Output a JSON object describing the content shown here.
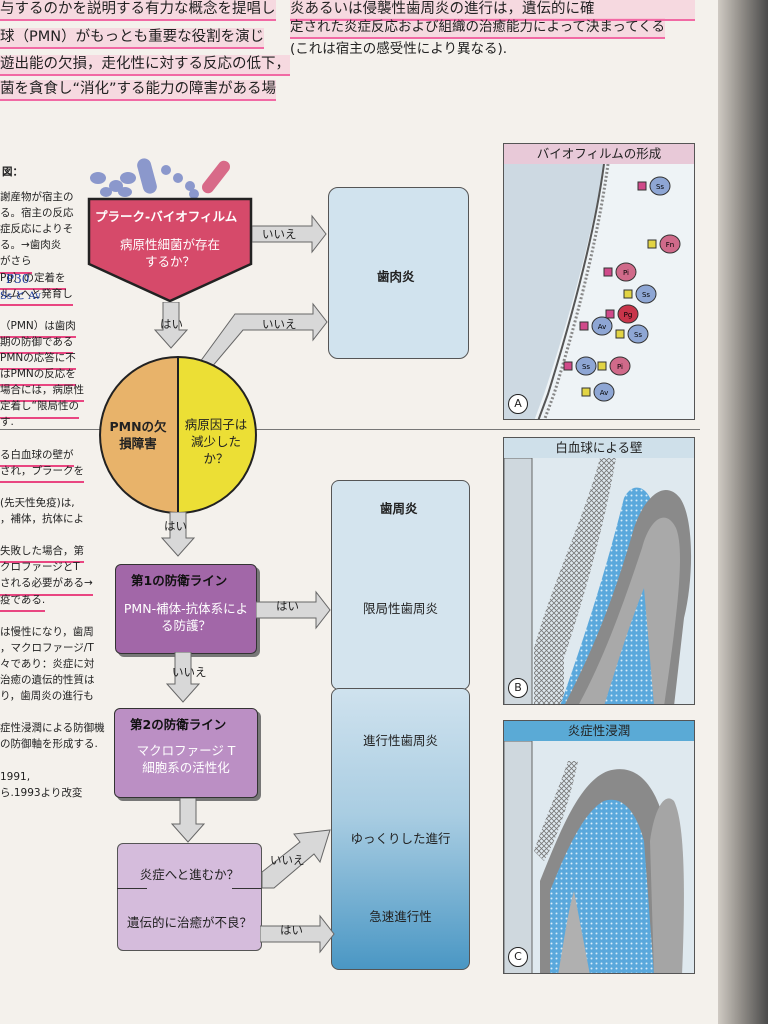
{
  "top_left_lines": [
    "与するのかを説明する有力な概念を提唱し",
    "球（PMN）がもっとも重要な役割を演じ",
    "遊出能の欠損，走化性に対する反応の低下，",
    "菌を貪食し“消化”する能力の障害がある場"
  ],
  "top_right_lines": [
    "炎あるいは侵襲性歯周炎の進行は，遺伝的に確",
    "定された炎症反応および組織の治癒能力によって決まってくる",
    "(これは宿主の感受性により異なる)."
  ],
  "left_column": {
    "heading": "図：",
    "lines": [
      "謝産物が宿主の",
      "る。宿主の反応",
      "症反応によりそ",
      "る。→歯肉炎",
      "がさら",
      "Pg）の定着を",
      "ルムへと発育し",
      "",
      "（PMN）は歯肉",
      "期の防御である",
      "PMNの応答に不",
      "はPMNの反応を",
      "場合には，病原性",
      "定着し“限局性の",
      "す.",
      "",
      "る白血球の壁が",
      "され，プラークを",
      "",
      "(先天性免疫)は,",
      "，補体，抗体によ",
      "",
      "失敗した場合，第",
      "クロファージとT",
      "される必要がある→",
      "疫である.",
      "",
      "は慢性になり，歯周",
      "，マクロファージ/T",
      "々であり：炎症に対",
      "治癒の遺伝的性質は",
      "り，歯周炎の進行も",
      "",
      "症性浸潤による防御機",
      "の防御軸を形成する.",
      "",
      "1991,",
      "ら.1993より改変"
    ],
    "handwriting": [
      "P30",
      "Ss と Av"
    ]
  },
  "flow": {
    "plaque_title": "プラーク-バイオフィルム",
    "plaque_question": "病原性細菌が存在するか？",
    "no": "いいえ",
    "yes": "はい",
    "gingivitis": "歯肉炎",
    "pmn_defect": "PMNの欠損障害",
    "pathogen_decrease": "病原因子は減少したか？",
    "periodontitis_label": "歯周炎",
    "localized": "限局性歯周炎",
    "first_line_title": "第1の防衛ライン",
    "first_line_text": "PMN-補体-抗体系による防護？",
    "second_line_title": "第2の防衛ライン",
    "second_line_text": "マクロファージ T細胞系の活性化",
    "progressive": "進行性歯周炎",
    "slow": "ゆっくりした進行",
    "rapid": "急速進行性",
    "q_inflammation": "炎症へと進むか？",
    "q_genetic": "遺伝的に治癒が不良？"
  },
  "panels": {
    "a_title": "バイオフィルムの形成",
    "b_title": "白血球による壁",
    "c_title": "炎症性浸潤",
    "a_marker": "A",
    "b_marker": "B",
    "c_marker": "C",
    "bacteria_labels": [
      "Ss",
      "Fn",
      "Pi",
      "Ss",
      "Pg",
      "Ss",
      "Av",
      "Pi",
      "Ss",
      "Av"
    ]
  },
  "colors": {
    "plaque": "#d64a6a",
    "pmn_left": "#e8b36a",
    "pmn_right": "#ecdf35",
    "first_line": "#a267a8",
    "second_line": "#bb8fc4",
    "questions": "#d5bcdc",
    "gingivitis": "#d1e3ee",
    "progressive_top": "#cfe2ee",
    "progressive_bottom": "#4a97c4",
    "highlighter": "#f03c8c"
  }
}
